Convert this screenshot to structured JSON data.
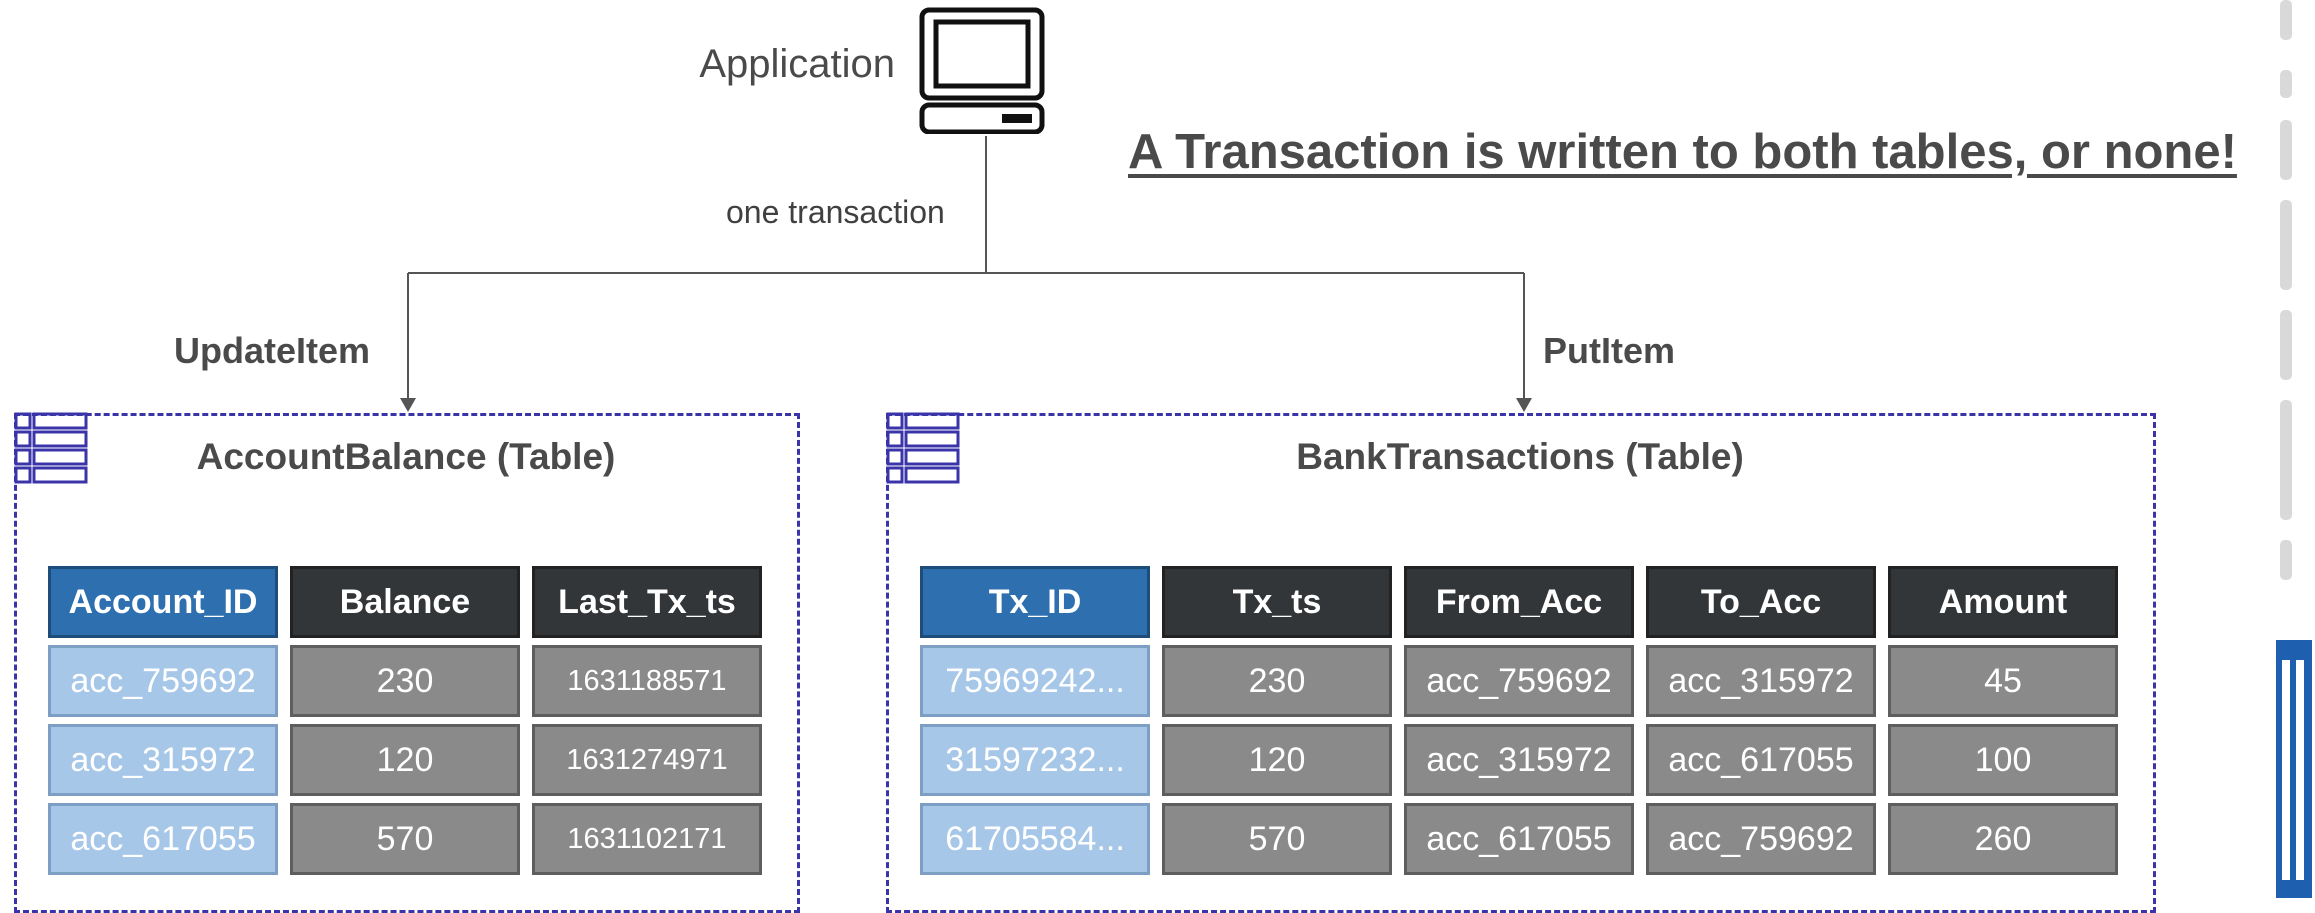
{
  "application": {
    "label": "Application"
  },
  "headline": "A Transaction is written to both tables, or none!",
  "edge": {
    "label": "one transaction"
  },
  "operations": {
    "left": "UpdateItem",
    "right": "PutItem"
  },
  "tables": {
    "account_balance": {
      "title": "AccountBalance (Table)",
      "headers": [
        "Account_ID",
        "Balance",
        "Last_Tx_ts"
      ],
      "rows": [
        [
          "acc_759692",
          "230",
          "1631188571"
        ],
        [
          "acc_315972",
          "120",
          "1631274971"
        ],
        [
          "acc_617055",
          "570",
          "1631102171"
        ]
      ]
    },
    "bank_transactions": {
      "title": "BankTransactions (Table)",
      "headers": [
        "Tx_ID",
        "Tx_ts",
        "From_Acc",
        "To_Acc",
        "Amount"
      ],
      "rows": [
        [
          "75969242...",
          "230",
          "acc_759692",
          "acc_315972",
          "45"
        ],
        [
          "31597232...",
          "120",
          "acc_315972",
          "acc_617055",
          "100"
        ],
        [
          "61705584...",
          "570",
          "acc_617055",
          "acc_759692",
          "260"
        ]
      ]
    }
  },
  "colors": {
    "table_border": "#3a34a8",
    "key_header": "#2e6fb0",
    "header": "#333638",
    "key_cell": "#a7c7e8",
    "value_cell": "#8a8a8a"
  }
}
